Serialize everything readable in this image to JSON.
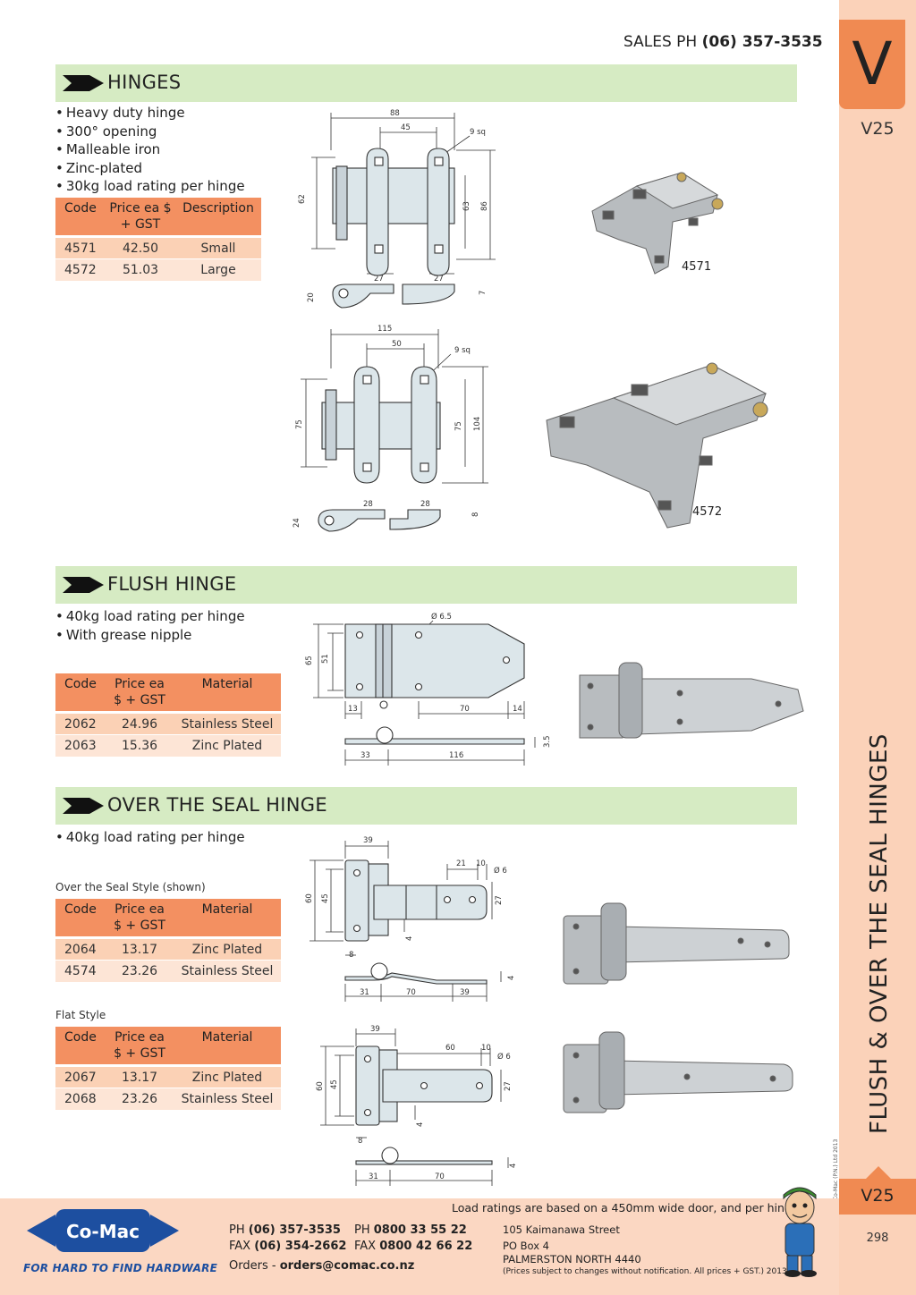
{
  "header": {
    "sales_label": "SALES  PH",
    "sales_phone": "(06) 357-3535"
  },
  "sidebar": {
    "tab_letter": "V",
    "tab_code": "V25",
    "vertical_title": "FLUSH & OVER THE SEAL HINGES",
    "copyright": "© Co-Mac (P.N.) Ltd 2013",
    "bottom_code": "V25",
    "page_number": "298"
  },
  "hinges": {
    "title": "HINGES",
    "bullets": [
      "Heavy duty hinge",
      "300° opening",
      "Malleable iron",
      "Zinc-plated",
      "30kg load rating per hinge"
    ],
    "table": {
      "headers": [
        "Code",
        "Price ea $ + GST",
        "Description"
      ],
      "rows": [
        {
          "code": "4571",
          "price": "42.50",
          "desc": "Small"
        },
        {
          "code": "4572",
          "price": "51.03",
          "desc": "Large"
        }
      ]
    },
    "diagram_small": {
      "w": "88",
      "w2": "45",
      "sq": "9 sq",
      "h_left": "62",
      "h_in": "63",
      "h_out": "86",
      "b1": "27",
      "b2": "27",
      "thick": "20",
      "t": "7"
    },
    "diagram_large": {
      "w": "115",
      "w2": "50",
      "sq": "9 sq",
      "h_left": "75",
      "h_in": "75",
      "h_out": "104",
      "b1": "28",
      "b2": "28",
      "thick": "24",
      "t": "8"
    },
    "photo_labels": [
      "4571",
      "4572"
    ]
  },
  "flush": {
    "title": "FLUSH HINGE",
    "bullets": [
      "40kg load rating per hinge",
      "With grease nipple"
    ],
    "table": {
      "headers": [
        "Code",
        "Price ea $ + GST",
        "Material"
      ],
      "rows": [
        {
          "code": "2062",
          "price": "24.96",
          "desc": "Stainless Steel"
        },
        {
          "code": "2063",
          "price": "15.36",
          "desc": "Zinc Plated"
        }
      ]
    },
    "diagram": {
      "hole": "Ø 6.5",
      "h_out": "65",
      "h_in": "51",
      "d13": "13",
      "d70": "70",
      "d14": "14",
      "d33": "33",
      "d116": "116",
      "t": "3.5"
    }
  },
  "ots": {
    "title": "OVER THE SEAL HINGE",
    "bullets": [
      "40kg load rating per hinge"
    ],
    "label1": "Over the Seal Style (shown)",
    "table1": {
      "headers": [
        "Code",
        "Price ea $ + GST",
        "Material"
      ],
      "rows": [
        {
          "code": "2064",
          "price": "13.17",
          "desc": "Zinc Plated"
        },
        {
          "code": "4574",
          "price": "23.26",
          "desc": "Stainless Steel"
        }
      ]
    },
    "label2": "Flat Style",
    "table2": {
      "headers": [
        "Code",
        "Price ea $ + GST",
        "Material"
      ],
      "rows": [
        {
          "code": "2067",
          "price": "13.17",
          "desc": "Zinc Plated"
        },
        {
          "code": "2068",
          "price": "23.26",
          "desc": "Stainless Steel"
        }
      ]
    },
    "diagram1": {
      "w": "39",
      "d21": "21",
      "d10": "10",
      "hole": "Ø 6",
      "h_out": "60",
      "h_in": "45",
      "d27": "27",
      "d4": "4",
      "d8": "8",
      "d31": "31",
      "d70": "70",
      "d39": "39",
      "t": "4"
    },
    "diagram2": {
      "w": "39",
      "d60": "60",
      "d10": "10",
      "hole": "Ø 6",
      "h_out": "60",
      "h_in": "45",
      "d27": "27",
      "d4": "4",
      "d8": "8",
      "d31": "31",
      "d70": "70",
      "t": "4"
    }
  },
  "footer": {
    "load_note": "Load ratings are based on a 450mm wide door, and per hinge.",
    "logo_text": "Co-Mac",
    "tagline": "FOR HARD TO FIND HARDWARE",
    "ph_label": "PH",
    "ph": "(06) 357-3535",
    "fax_label": "FAX",
    "fax": "(06) 354-2662",
    "ph2_label": "PH",
    "ph2": "0800 33 55 22",
    "fax2_label": "FAX",
    "fax2": "0800 42 66 22",
    "orders_label": "Orders -",
    "orders": "orders@comac.co.nz",
    "address1": "105 Kaimanawa Street",
    "address2": "PO Box 4",
    "address3": "PALMERSTON NORTH 4440",
    "disclaimer": "(Prices subject to changes without notification.  All prices + GST.)  2013"
  }
}
